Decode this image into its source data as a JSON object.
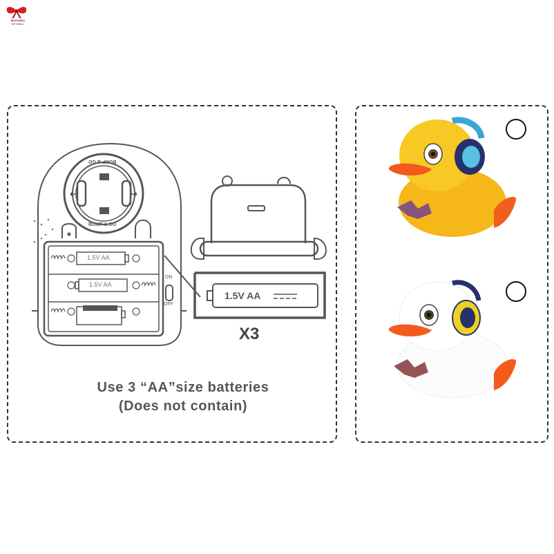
{
  "brand": {
    "logo_text_line1": "MUHUMAI",
    "logo_text_line2": "GIFTWALL",
    "logo_color": "#d42020"
  },
  "instructions": {
    "battery_label": "1.5V AA",
    "multiplier": "X3",
    "switch_on": "ON",
    "switch_off": "OFF",
    "lid_text": "BUMP & GO",
    "caption_line1": "Use 3 “AA”size batteries",
    "caption_line2": "(Does not contain)"
  },
  "options": [
    {
      "name": "yellow-duck",
      "body_color": "#f7c51e",
      "headphone_color": "#3aa6d6",
      "selected": false
    },
    {
      "name": "white-duck",
      "body_color": "#ffffff",
      "headphone_color": "#f0d020",
      "selected": false
    }
  ],
  "colors": {
    "line": "#555555",
    "dash": "#333333",
    "beak": "#f2571e"
  }
}
